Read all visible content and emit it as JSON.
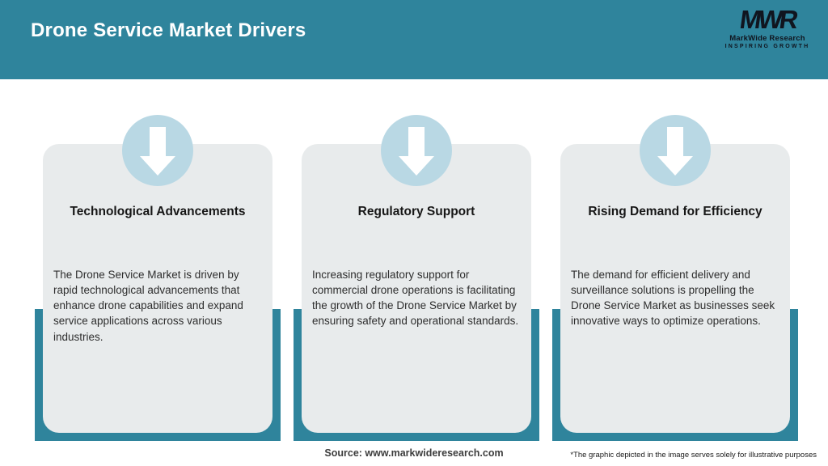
{
  "header": {
    "title": "Drone Service Market Drivers",
    "logo": {
      "monogram": "MWR",
      "name": "MarkWide Research",
      "tagline": "INSPIRING GROWTH"
    }
  },
  "cards": [
    {
      "title": "Technological Advancements",
      "body": "The Drone Service Market is driven by rapid technological advancements that enhance drone capabilities and expand service applications across various industries."
    },
    {
      "title": "Regulatory Support",
      "body": "Increasing regulatory support for commercial drone operations is facilitating the growth of the Drone Service Market by ensuring safety and operational standards."
    },
    {
      "title": "Rising Demand for Efficiency",
      "body": "The demand for efficient delivery and surveillance solutions is propelling the Drone Service Market as businesses seek innovative ways to optimize operations."
    }
  ],
  "footer": {
    "source": "Source: www.markwideresearch.com",
    "disclaimer": "*The graphic depicted in the image serves solely for illustrative purposes"
  },
  "colors": {
    "header_teal": "#2f849c",
    "card_gray": "#e8ebec",
    "circle_blue": "#b9d8e4",
    "logo_dark": "#10151f"
  }
}
